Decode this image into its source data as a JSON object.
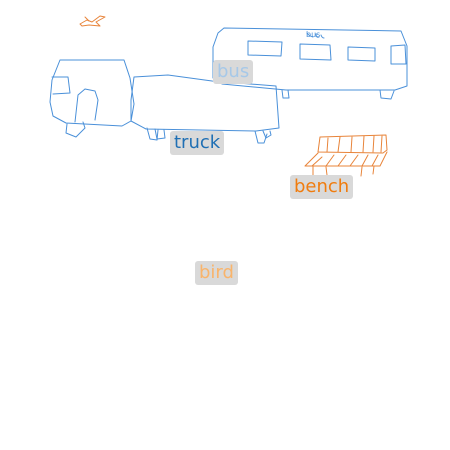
{
  "labels": {
    "bus": "bus",
    "truck": "truck",
    "bench": "bench",
    "bird": "bird",
    "bus_text": "bus"
  },
  "colors": {
    "bus_label": "#a6c8e8",
    "truck_label": "#1f6fb4",
    "bench_label": "#f07c0e",
    "bird_label": "#f9b46b",
    "sketch_blue": "#4a90d9",
    "sketch_orange": "#e8843a",
    "label_background": "#d9d9d9"
  }
}
